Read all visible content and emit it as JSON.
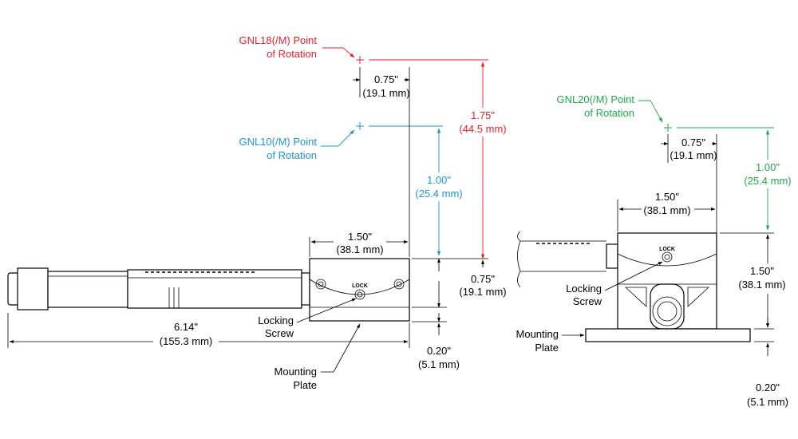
{
  "colors": {
    "red": "#e8202a",
    "blue": "#1e95d4",
    "green": "#1fa84a",
    "black": "#000000"
  },
  "left_view": {
    "gnl18": {
      "line1": "GNL18(/M) Point",
      "line2": "of Rotation"
    },
    "gnl10": {
      "line1": "GNL10(/M) Point",
      "line2": "of Rotation"
    },
    "dim_075_top": {
      "inch": "0.75\"",
      "mm": "(19.1 mm)"
    },
    "dim_175": {
      "inch": "1.75\"",
      "mm": "(44.5 mm)"
    },
    "dim_100": {
      "inch": "1.00\"",
      "mm": "(25.4 mm)"
    },
    "dim_150": {
      "inch": "1.50\"",
      "mm": "(38.1 mm)"
    },
    "dim_075_side": {
      "inch": "0.75\"",
      "mm": "(19.1 mm)"
    },
    "dim_614": {
      "inch": "6.14\"",
      "mm": "(155.3 mm)"
    },
    "dim_020": {
      "inch": "0.20\"",
      "mm": "(5.1 mm)"
    },
    "locking_screw": {
      "line1": "Locking",
      "line2": "Screw"
    },
    "mounting_plate": {
      "line1": "Mounting",
      "line2": "Plate"
    },
    "lock_text": "LOCK"
  },
  "right_view": {
    "gnl20": {
      "line1": "GNL20(/M) Point",
      "line2": "of Rotation"
    },
    "dim_075_top": {
      "inch": "0.75\"",
      "mm": "(19.1 mm)"
    },
    "dim_100": {
      "inch": "1.00\"",
      "mm": "(25.4 mm)"
    },
    "dim_150_top": {
      "inch": "1.50\"",
      "mm": "(38.1 mm)"
    },
    "dim_150_side": {
      "inch": "1.50\"",
      "mm": "(38.1 mm)"
    },
    "dim_020": {
      "inch": "0.20\"",
      "mm": "(5.1 mm)"
    },
    "locking_screw": {
      "line1": "Locking",
      "line2": "Screw"
    },
    "mounting_plate": {
      "line1": "Mounting",
      "line2": "Plate"
    },
    "lock_text": "LOCK"
  }
}
